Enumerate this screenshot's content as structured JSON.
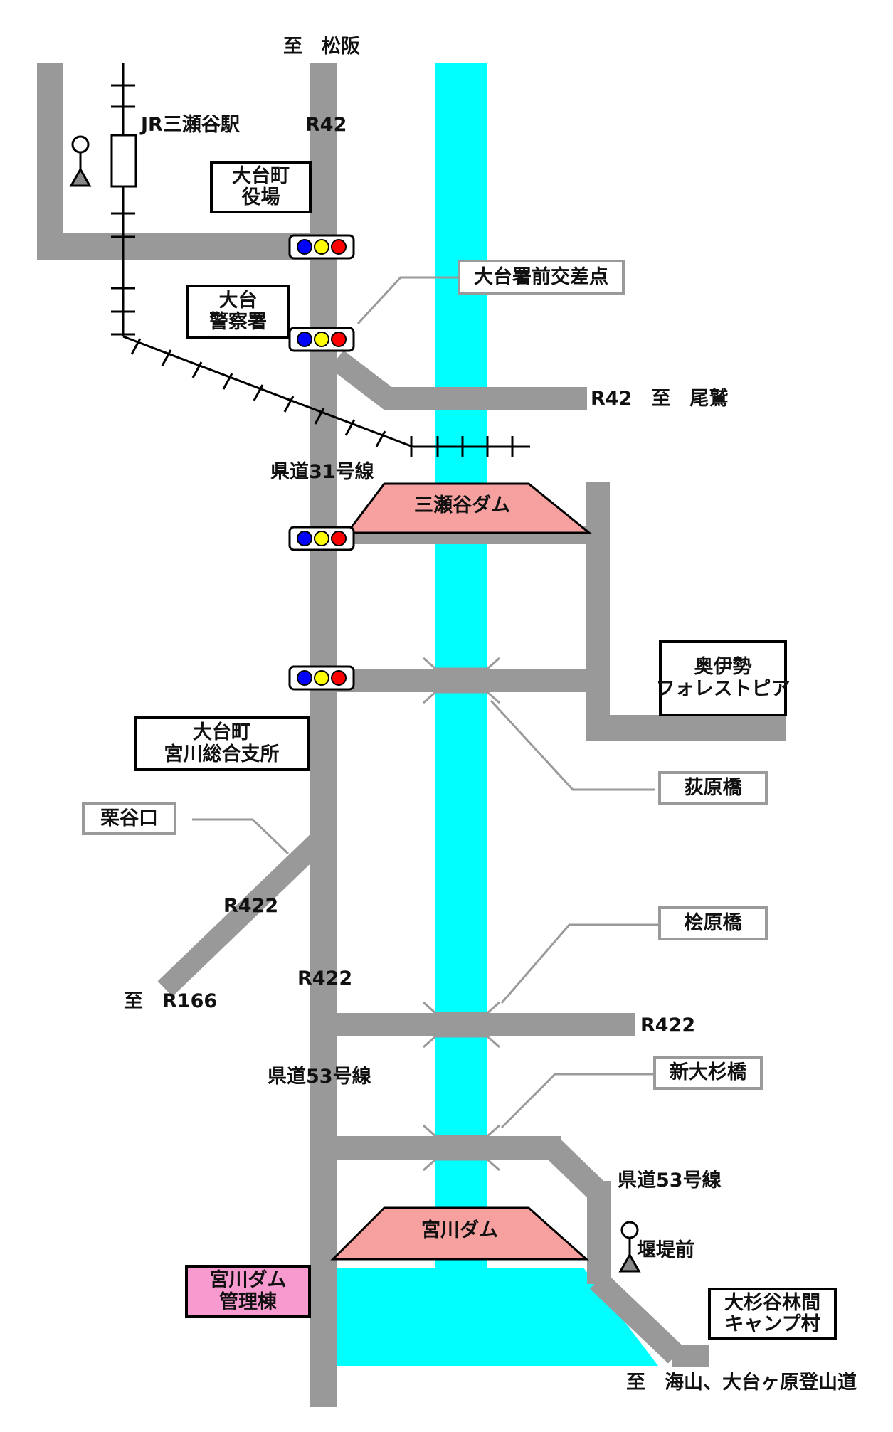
{
  "colors": {
    "road": "#999999",
    "river": "#00ffff",
    "dam": "#f7a0a0",
    "admin_building": "#f79ad0",
    "signal_blue": "#0000ff",
    "signal_yellow": "#ffff00",
    "signal_red": "#ff0000"
  },
  "places": {
    "town_hall": [
      "大台町",
      "役場"
    ],
    "police": [
      "大台",
      "警察署"
    ],
    "branch_office": [
      "大台町",
      "宮川総合支所"
    ],
    "forest_utopia": [
      "奥伊勢",
      "フォレストピア"
    ],
    "dam_office": [
      "宮川ダム",
      "管理棟"
    ],
    "camp": [
      "大杉谷林間",
      "キャンプ村"
    ]
  },
  "callouts": {
    "intersection": "大台署前交差点",
    "ogihara_bridge": "荻原橋",
    "kurotaniguchi": "栗谷口",
    "kaihara_bridge": "桧原橋",
    "shin_osugi_bridge": "新大杉橋"
  },
  "dams": {
    "misedani": "三瀬谷ダム",
    "miyagawa": "宮川ダム"
  },
  "labels": {
    "to_matsusaka": "至　松阪",
    "r42": "R42",
    "station": "JR三瀬谷駅",
    "r42_to_owase": "R42　至　尾鷲",
    "pref31": "県道31号線",
    "r422_a": "R422",
    "to_r166": "至　R166",
    "r422_b": "R422",
    "r422_c": "R422",
    "pref53_a": "県道53号線",
    "pref53_b": "県道53号線",
    "bus_stop": "堰堤前",
    "to_miyama": "至　海山、大台ヶ原登山道"
  },
  "icons": [
    "bus-stop-icon",
    "traffic-signal-icon",
    "railway-icon"
  ]
}
